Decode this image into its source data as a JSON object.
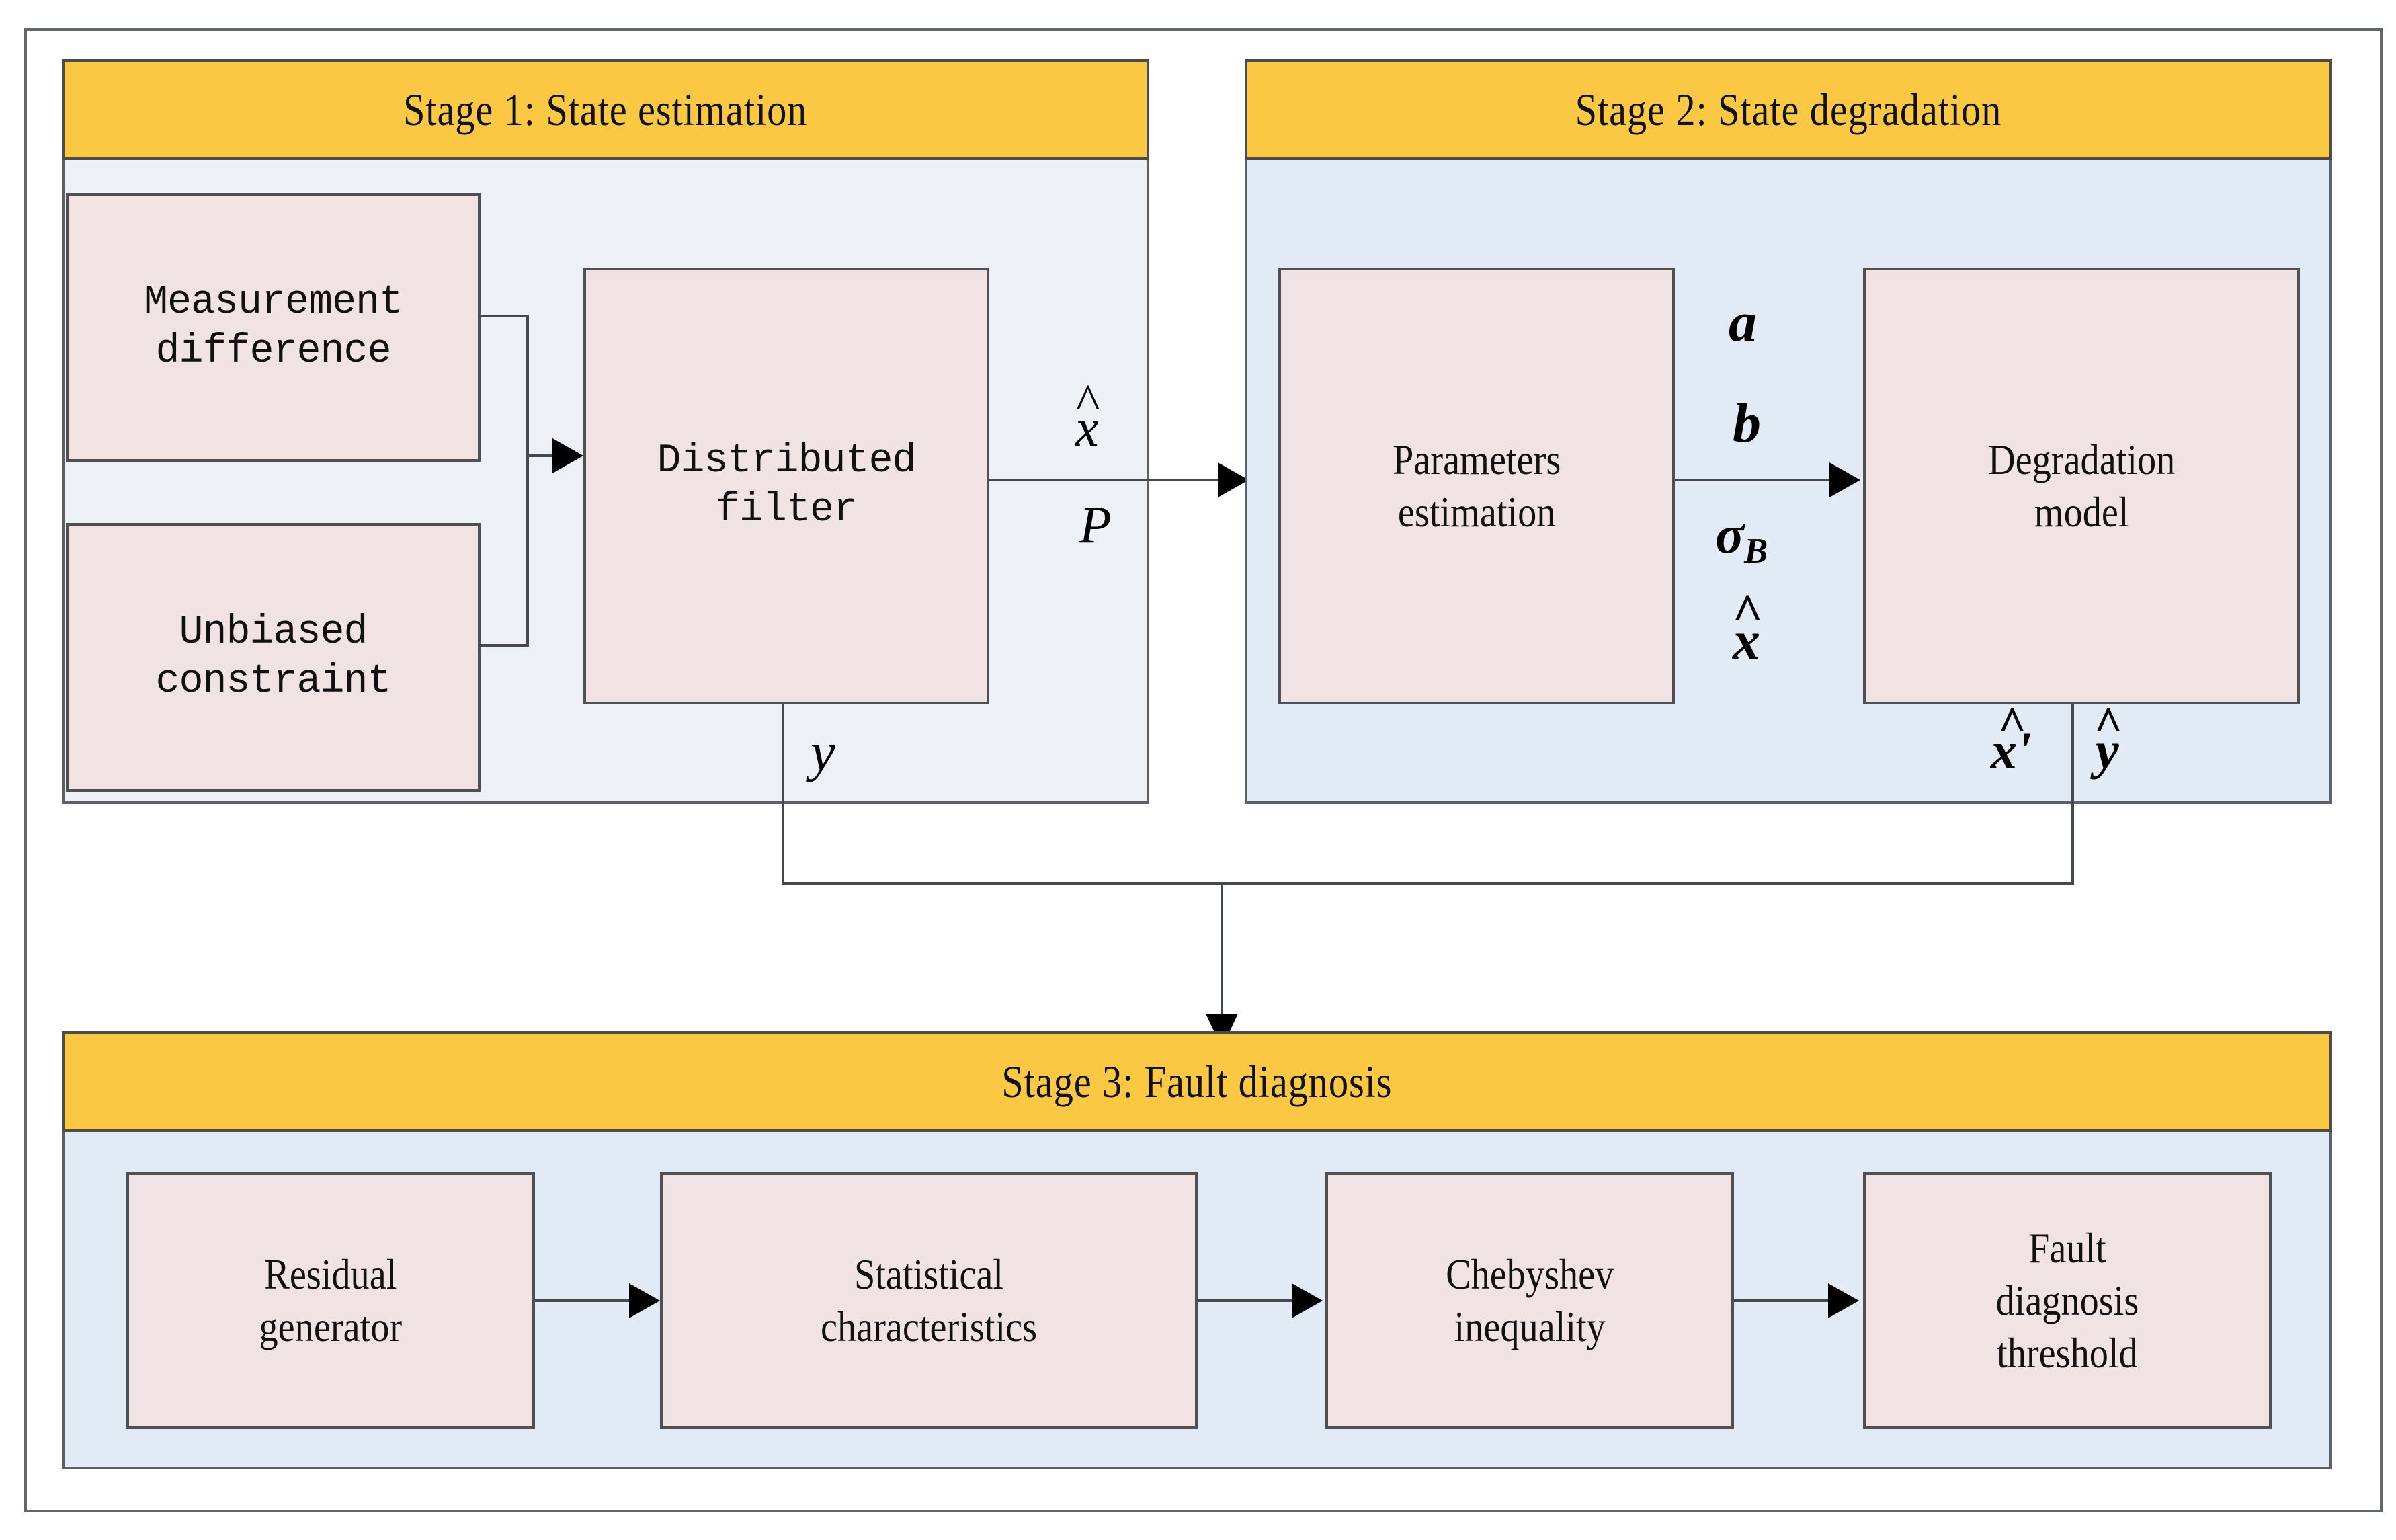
{
  "diagram": {
    "title": "Three-stage fault diagnosis framework",
    "palette": {
      "header_yellow": "#fbc844",
      "node_pink": "#f1e3e3",
      "stage1_body": "#edf1f6",
      "stage2_body": "#e2eaf5",
      "stage3_body": "#e2eaf5",
      "border_gray": "#5d6064",
      "line_black": "#000000"
    }
  },
  "stages": [
    {
      "id": "stage-1",
      "header": "Stage 1: State estimation",
      "nodes": [
        {
          "id": "measurement-difference",
          "label": "Measurement\ndifference"
        },
        {
          "id": "unbiased-constraint",
          "label": "Unbiased\nconstraint"
        },
        {
          "id": "distributed-filter",
          "label": "Distributed\nfilter"
        }
      ],
      "edge_labels": [
        {
          "id": "x-hat",
          "base": "x",
          "hat": true,
          "sub": ""
        },
        {
          "id": "p",
          "base": "P",
          "hat": false,
          "sub": ""
        },
        {
          "id": "y",
          "base": "y",
          "hat": false,
          "sub": ""
        }
      ]
    },
    {
      "id": "stage-2",
      "header": "Stage 2: State degradation",
      "nodes": [
        {
          "id": "parameters-estimation",
          "label": "Parameters\nestimation"
        },
        {
          "id": "degradation-model",
          "label": "Degradation\nmodel"
        }
      ],
      "edge_labels": [
        {
          "id": "a",
          "base": "a",
          "hat": false,
          "sub": ""
        },
        {
          "id": "b",
          "base": "b",
          "hat": false,
          "sub": ""
        },
        {
          "id": "sigma-b",
          "base": "σ",
          "hat": false,
          "sub": "B"
        },
        {
          "id": "x-hat-2",
          "base": "x",
          "hat": true,
          "sub": ""
        },
        {
          "id": "x-hat-prime",
          "base": "x'",
          "hat": true,
          "sub": ""
        },
        {
          "id": "y-hat",
          "base": "y",
          "hat": true,
          "sub": ""
        }
      ]
    },
    {
      "id": "stage-3",
      "header": "Stage 3: Fault diagnosis",
      "nodes": [
        {
          "id": "residual-generator",
          "label": "Residual\ngenerator"
        },
        {
          "id": "statistical-characteristics",
          "label": "Statistical\ncharacteristics"
        },
        {
          "id": "chebyshev-inequality",
          "label": "Chebyshev\ninequality"
        },
        {
          "id": "fault-diagnosis-threshold",
          "label": "Fault\ndiagnosis\nthreshold"
        }
      ],
      "edge_labels": []
    }
  ]
}
